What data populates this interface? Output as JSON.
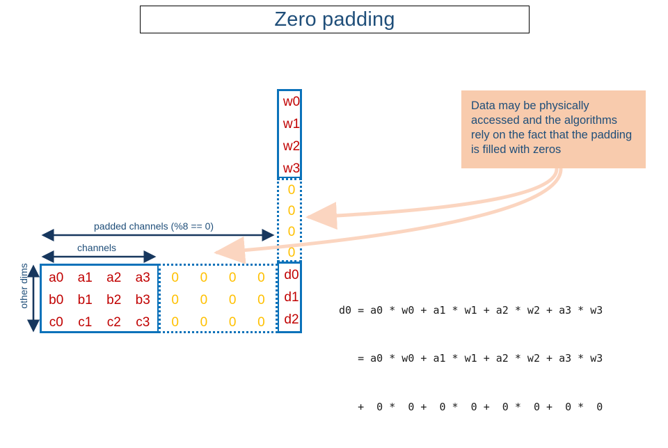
{
  "title": {
    "text": "Zero padding"
  },
  "colors": {
    "title_blue": "#1F4E79",
    "box_blue": "#0B72BA",
    "data_red": "#C00000",
    "zero_gold": "#FFC000",
    "callout_bg": "#F8CBAD",
    "arrow_navy": "#17375E",
    "callout_arrow": "#FBD5C0"
  },
  "weight_column": {
    "weights": [
      "w0",
      "w1",
      "w2",
      "w3"
    ],
    "padding_zeros": [
      "0",
      "0",
      "0",
      "0"
    ],
    "outputs": [
      "d0",
      "d1",
      "d2"
    ]
  },
  "matrix": {
    "data_rows": [
      [
        "a0",
        "a1",
        "a2",
        "a3"
      ],
      [
        "b0",
        "b1",
        "b2",
        "b3"
      ],
      [
        "c0",
        "c1",
        "c2",
        "c3"
      ]
    ],
    "padding_rows": [
      [
        "0",
        "0",
        "0",
        "0"
      ],
      [
        "0",
        "0",
        "0",
        "0"
      ],
      [
        "0",
        "0",
        "0",
        "0"
      ]
    ]
  },
  "labels": {
    "padded_channels": "padded channels (%8 == 0)",
    "channels": "channels",
    "other_dims": "other dims"
  },
  "callout": {
    "text": "Data may be physically accessed and the algorithms rely on the fact that the padding is filled with zeros"
  },
  "formula": {
    "lines": [
      "d0 = a0 * w0 + a1 * w1 + a2 * w2 + a3 * w3",
      "   = a0 * w0 + a1 * w1 + a2 * w2 + a3 * w3",
      "   +  0 *  0 +  0 *  0 +  0 *  0 +  0 *  0"
    ]
  }
}
